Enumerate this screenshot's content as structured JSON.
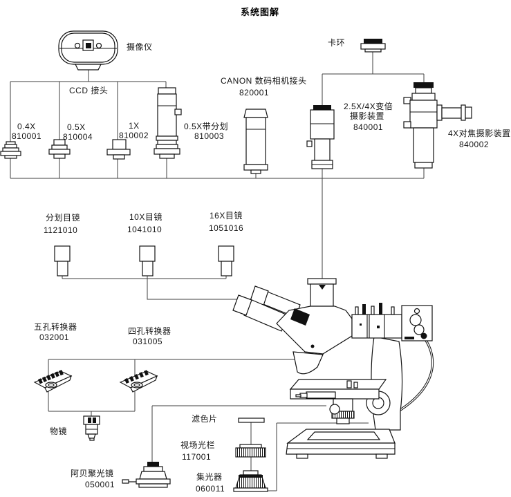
{
  "title": "系统图解",
  "colors": {
    "ink": "#111111",
    "connector": "#3f3f3f",
    "background": "#ffffff"
  },
  "components": {
    "camera": {
      "label": "摄像仪"
    },
    "ccd_mount": {
      "label": "CCD 接头"
    },
    "adapter_04x": {
      "label": "0.4X",
      "code": "810001"
    },
    "adapter_05x": {
      "label": "0.5X",
      "code": "810004"
    },
    "adapter_1x": {
      "label": "1X",
      "code": "810002"
    },
    "adapter_05x_ret": {
      "label": "0.5X带分划",
      "code": "810003"
    },
    "canon_adapter": {
      "label": "CANON 数码相机接头",
      "code": "820001"
    },
    "clamp_ring": {
      "label": "卡环"
    },
    "zoom_photo_unit": {
      "label_line1": "2.5X/4X变倍",
      "label_line2": "摄影装置",
      "code": "840001"
    },
    "focus_photo_unit": {
      "label": "4X对焦摄影装置",
      "code": "840002"
    },
    "reticle_eyepiece": {
      "label": "分划目镜",
      "code": "1121010"
    },
    "eyepiece_10x": {
      "label": "10X目镜",
      "code": "1041010"
    },
    "eyepiece_16x": {
      "label": "16X目镜",
      "code": "1051016"
    },
    "nosepiece_5": {
      "label": "五孔转换器",
      "code": "032001"
    },
    "nosepiece_4": {
      "label": "四孔转换器",
      "code": "031005"
    },
    "objective": {
      "label": "物镜"
    },
    "abbe_condenser": {
      "label": "阿贝聚光镜",
      "code": "050001"
    },
    "filter": {
      "label": "滤色片"
    },
    "field_diaphragm": {
      "label": "视场光栏",
      "code": "117001"
    },
    "collector": {
      "label": "集光器",
      "code": "060011"
    }
  }
}
